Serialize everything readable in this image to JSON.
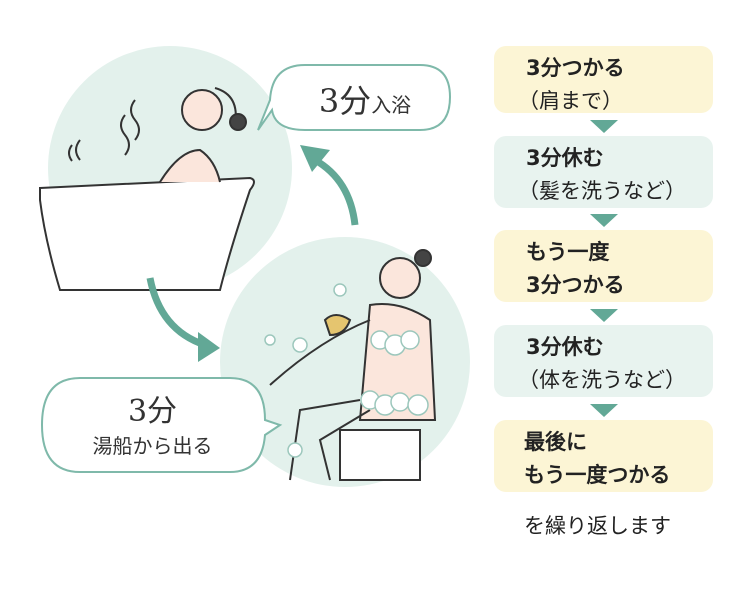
{
  "bubbles": {
    "bath": {
      "main": "3分",
      "sub": "入浴"
    },
    "out": {
      "main": "3分",
      "sub": "湯船から出る"
    }
  },
  "steps": [
    {
      "title": "3分つかる",
      "note": "（肩まで）",
      "color": "#fcf5d5"
    },
    {
      "title": "3分休む",
      "note": "（髪を洗うなど）",
      "color": "#e8f3ef"
    },
    {
      "title": "もう一度",
      "title2": "3分つかる",
      "color": "#fcf5d5"
    },
    {
      "title": "3分休む",
      "note": "（体を洗うなど）",
      "color": "#e8f3ef"
    },
    {
      "title": "最後に",
      "title2": "もう一度つかる",
      "color": "#fcf5d5"
    }
  ],
  "footer": "を繰り返します",
  "colors": {
    "accent": "#62a896",
    "circle": "#e3f1ec"
  }
}
